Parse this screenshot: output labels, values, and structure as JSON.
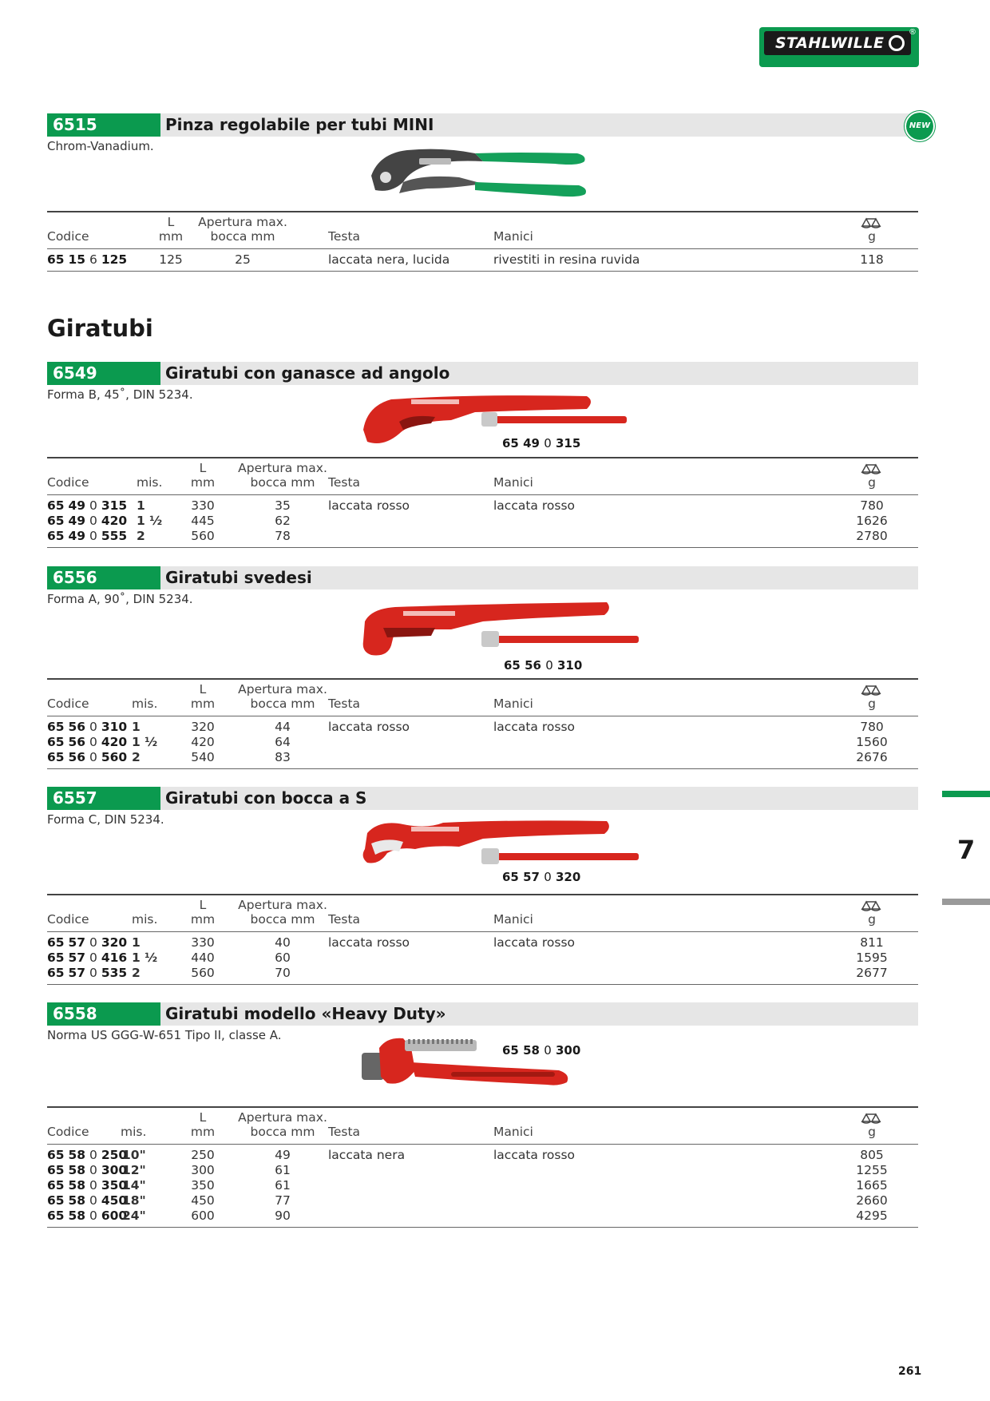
{
  "brand": {
    "name": "STAHLWILLE",
    "colors": {
      "green": "#0b9a4f",
      "red": "#d7261e",
      "dark": "#1a1a1a"
    }
  },
  "badge_new": "NEW",
  "heading_giratubi": "Giratubi",
  "chapter": "7",
  "page_number": "261",
  "headers": {
    "codice": "Codice",
    "mis": "mis.",
    "l_top": "L",
    "l_bot": "mm",
    "ap_top": "Apertura max.",
    "ap_bot": "bocca mm",
    "testa": "Testa",
    "manici": "Manici",
    "weight": "g",
    "weight_icon": "scale-icon"
  },
  "sections": [
    {
      "number": "6515",
      "title": "Pinza regolabile per tubi MINI",
      "desc": "Chrom-Vanadium.",
      "image_label": "",
      "rows": [
        {
          "c1": "65",
          "c2": "15",
          "c3": "6",
          "c4": "125",
          "mis": "",
          "l": "125",
          "ap": "25",
          "testa": "laccata nera, lucida",
          "manici": "rivestiti in resina ruvida",
          "g": "118"
        }
      ]
    },
    {
      "number": "6549",
      "title": "Giratubi con ganasce ad angolo",
      "desc": "Forma B, 45˚, DIN 5234.",
      "image_label": {
        "a": "65",
        "b": "49",
        "c": "0",
        "d": "315"
      },
      "rows": [
        {
          "c1": "65",
          "c2": "49",
          "c3": "0",
          "c4": "315",
          "mis": "1",
          "l": "330",
          "ap": "35",
          "testa": "laccata rosso",
          "manici": "laccata rosso",
          "g": "780"
        },
        {
          "c1": "65",
          "c2": "49",
          "c3": "0",
          "c4": "420",
          "mis": "1 ½",
          "l": "445",
          "ap": "62",
          "testa": "",
          "manici": "",
          "g": "1626"
        },
        {
          "c1": "65",
          "c2": "49",
          "c3": "0",
          "c4": "555",
          "mis": "2",
          "l": "560",
          "ap": "78",
          "testa": "",
          "manici": "",
          "g": "2780"
        }
      ]
    },
    {
      "number": "6556",
      "title": "Giratubi svedesi",
      "desc": "Forma A, 90˚, DIN 5234.",
      "image_label": {
        "a": "65",
        "b": "56",
        "c": "0",
        "d": "310"
      },
      "rows": [
        {
          "c1": "65",
          "c2": "56",
          "c3": "0",
          "c4": "310",
          "mis": "1",
          "l": "320",
          "ap": "44",
          "testa": "laccata rosso",
          "manici": "laccata rosso",
          "g": "780"
        },
        {
          "c1": "65",
          "c2": "56",
          "c3": "0",
          "c4": "420",
          "mis": "1 ½",
          "l": "420",
          "ap": "64",
          "testa": "",
          "manici": "",
          "g": "1560"
        },
        {
          "c1": "65",
          "c2": "56",
          "c3": "0",
          "c4": "560",
          "mis": "2",
          "l": "540",
          "ap": "83",
          "testa": "",
          "manici": "",
          "g": "2676"
        }
      ]
    },
    {
      "number": "6557",
      "title": "Giratubi con bocca a S",
      "desc": "Forma C, DIN 5234.",
      "image_label": {
        "a": "65",
        "b": "57",
        "c": "0",
        "d": "320"
      },
      "rows": [
        {
          "c1": "65",
          "c2": "57",
          "c3": "0",
          "c4": "320",
          "mis": "1",
          "l": "330",
          "ap": "40",
          "testa": "laccata rosso",
          "manici": "laccata rosso",
          "g": "811"
        },
        {
          "c1": "65",
          "c2": "57",
          "c3": "0",
          "c4": "416",
          "mis": "1 ½",
          "l": "440",
          "ap": "60",
          "testa": "",
          "manici": "",
          "g": "1595"
        },
        {
          "c1": "65",
          "c2": "57",
          "c3": "0",
          "c4": "535",
          "mis": "2",
          "l": "560",
          "ap": "70",
          "testa": "",
          "manici": "",
          "g": "2677"
        }
      ]
    },
    {
      "number": "6558",
      "title": "Giratubi modello «Heavy Duty»",
      "desc": "Norma US GGG-W-651 Tipo II, classe A.",
      "image_label": {
        "a": "65",
        "b": "58",
        "c": "0",
        "d": "300"
      },
      "rows": [
        {
          "c1": "65",
          "c2": "58",
          "c3": "0",
          "c4": "250",
          "mis": "10\"",
          "l": "250",
          "ap": "49",
          "testa": "laccata nera",
          "manici": "laccata rosso",
          "g": "805"
        },
        {
          "c1": "65",
          "c2": "58",
          "c3": "0",
          "c4": "300",
          "mis": "12\"",
          "l": "300",
          "ap": "61",
          "testa": "",
          "manici": "",
          "g": "1255"
        },
        {
          "c1": "65",
          "c2": "58",
          "c3": "0",
          "c4": "350",
          "mis": "14\"",
          "l": "350",
          "ap": "61",
          "testa": "",
          "manici": "",
          "g": "1665"
        },
        {
          "c1": "65",
          "c2": "58",
          "c3": "0",
          "c4": "450",
          "mis": "18\"",
          "l": "450",
          "ap": "77",
          "testa": "",
          "manici": "",
          "g": "2660"
        },
        {
          "c1": "65",
          "c2": "58",
          "c3": "0",
          "c4": "600",
          "mis": "24\"",
          "l": "600",
          "ap": "90",
          "testa": "",
          "manici": "",
          "g": "4295"
        }
      ]
    }
  ]
}
